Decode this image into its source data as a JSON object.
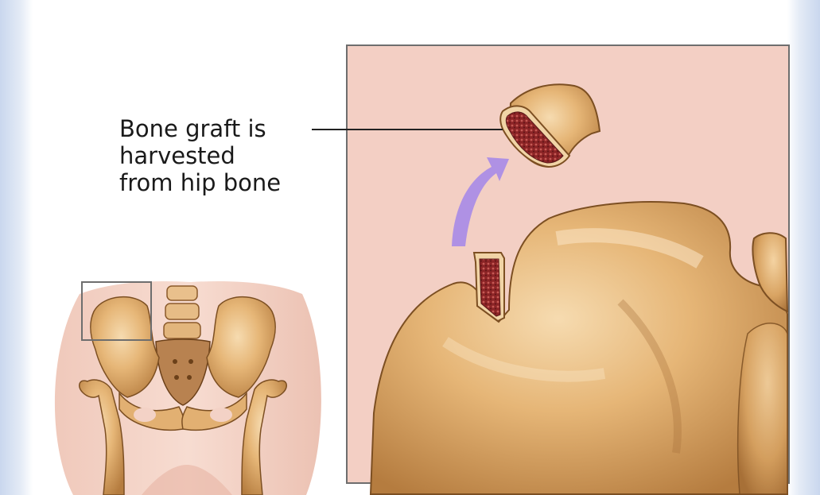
{
  "callout": {
    "lines": [
      "Bone graft is",
      "harvested",
      "from hip bone"
    ]
  },
  "colors": {
    "panel_background": "#f3cfc4",
    "bone": "#e2b072",
    "bone_shadow": "#b27b3e",
    "marrow": "#9a2d2e",
    "arrow": "#a78ae8",
    "frame": "#6e6e6e"
  }
}
